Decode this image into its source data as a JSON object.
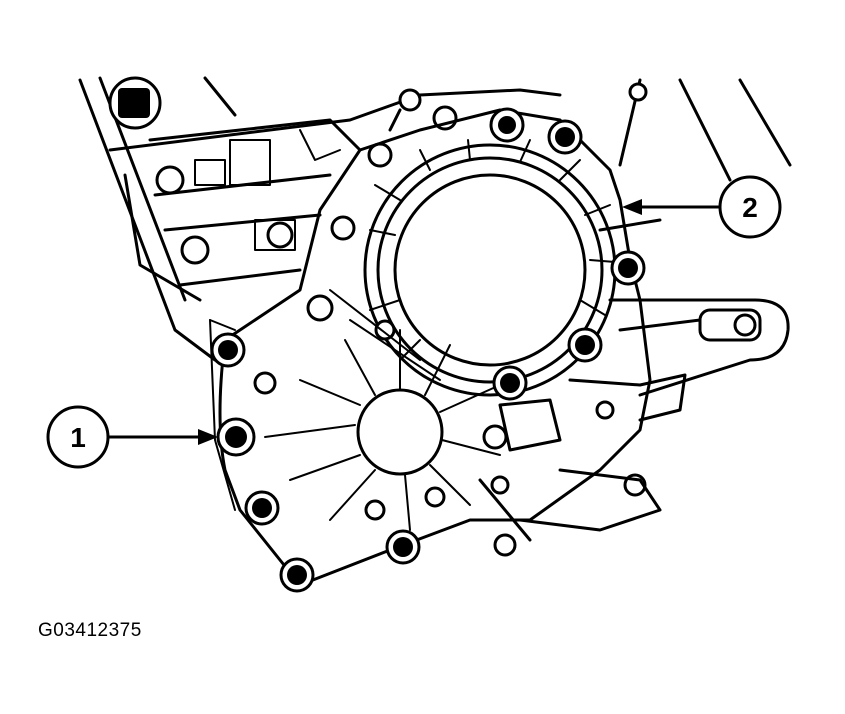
{
  "figure": {
    "id_label": "G03412375",
    "callouts": [
      {
        "number": "1"
      },
      {
        "number": "2"
      }
    ]
  }
}
